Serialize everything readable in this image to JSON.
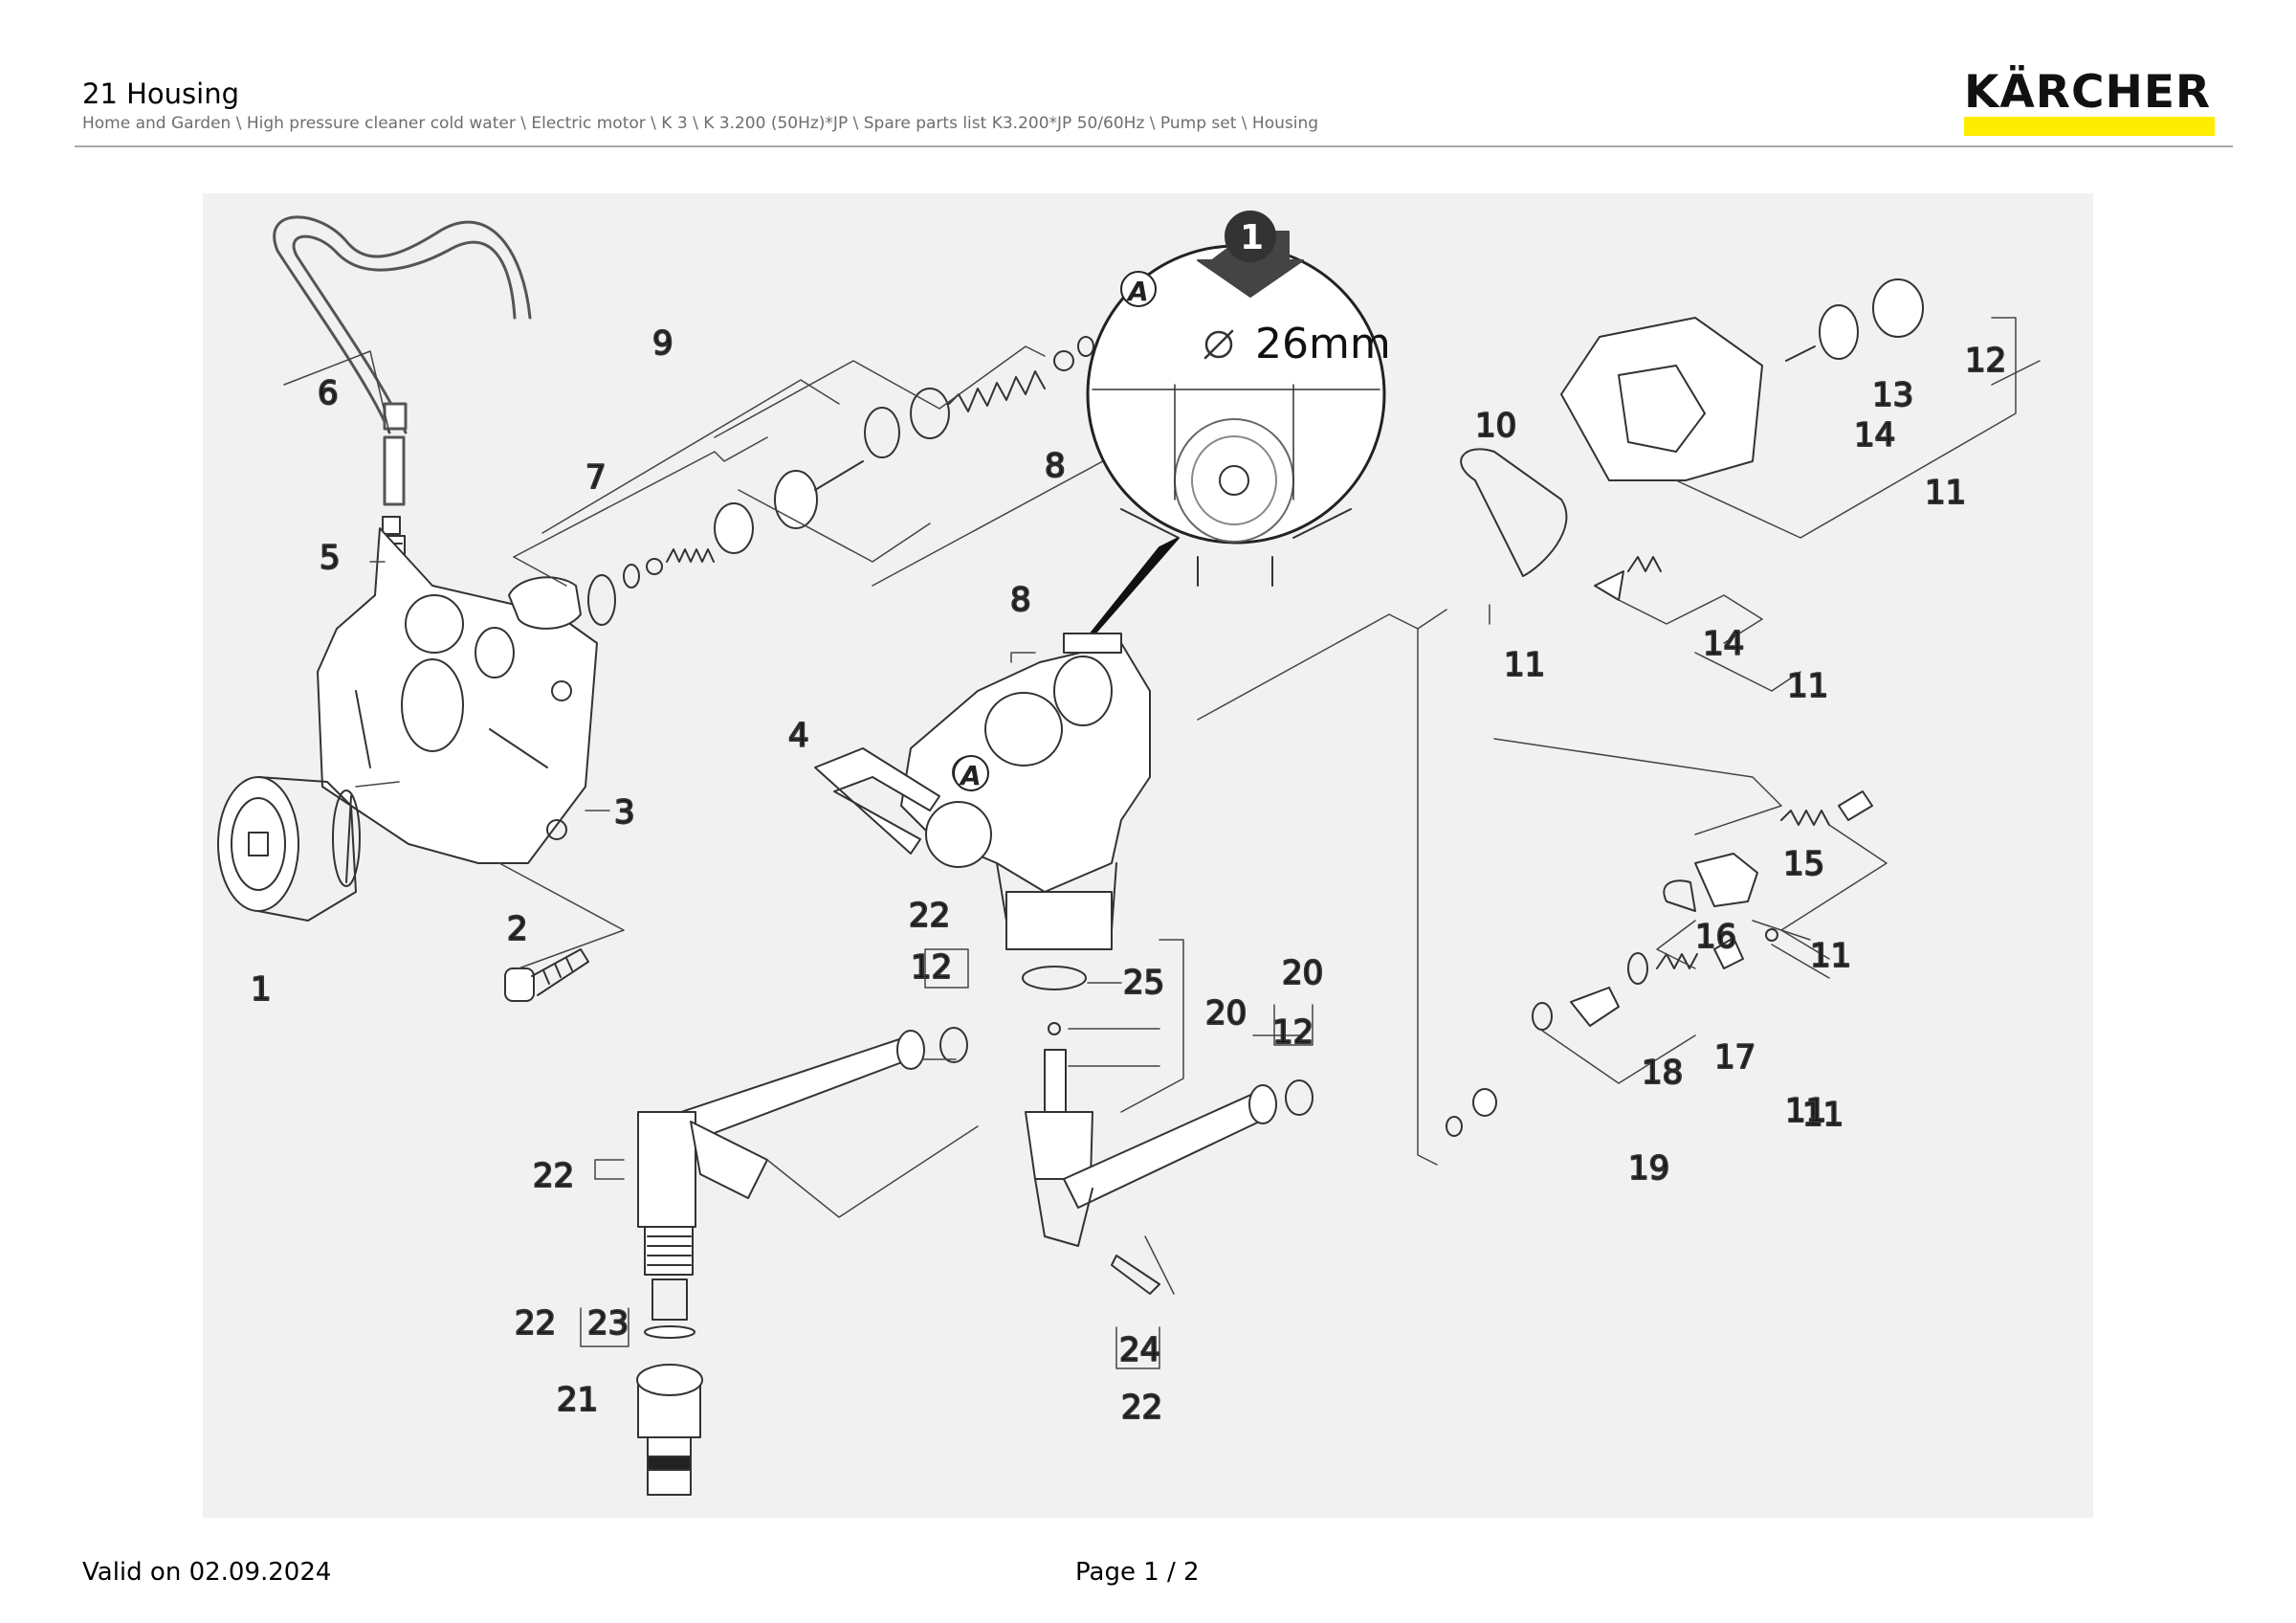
{
  "header": {
    "title": "21 Housing",
    "breadcrumb": "Home and Garden \\ High pressure cleaner cold water \\ Electric motor \\ K 3 \\ K 3.200 (50Hz)*JP \\ Spare parts list K3.200*JP 50/60Hz \\ Pump set \\ Housing",
    "logo_text": "KÄRCHER",
    "logo_accent_color": "#ffed00"
  },
  "diagram": {
    "detail_label": "26mm",
    "detail_marker": "1",
    "ref_marker": "A",
    "callouts": [
      "1",
      "2",
      "3",
      "4",
      "5",
      "6",
      "7",
      "8",
      "9",
      "8",
      "10",
      "11",
      "12",
      "13",
      "14",
      "11",
      "14",
      "11",
      "11",
      "15",
      "16",
      "11",
      "17",
      "18",
      "11",
      "19",
      "20",
      "12",
      "20",
      "25",
      "22",
      "12",
      "22",
      "22",
      "23",
      "21",
      "24",
      "22"
    ]
  },
  "footer": {
    "valid_on": "Valid on 02.09.2024",
    "page": "Page 1 / 2"
  }
}
